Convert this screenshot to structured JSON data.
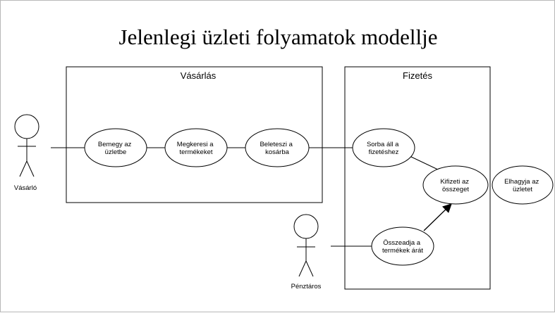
{
  "title": "Jelenlegi üzleti folyamatok modellje",
  "boundaries": {
    "vasarlas": "Vásárlás",
    "fizetes": "Fizetés"
  },
  "actors": {
    "vasarlo": "Vásárló",
    "penztaros": "Pénztáros"
  },
  "use_cases": {
    "bemegy": [
      "Bemegy az",
      "üzletbe"
    ],
    "megkeresi": [
      "Megkeresi a",
      "termékeket"
    ],
    "beleteszi": [
      "Beleteszi a",
      "kosárba"
    ],
    "sorba": [
      "Sorba áll a",
      "fizetéshez"
    ],
    "kifizeti": [
      "Kifizeti az",
      "összeget"
    ],
    "osszeadja": [
      "Összeadja a",
      "termékek árát"
    ],
    "elhagyja": [
      "Elhagyja az",
      "üzletet"
    ]
  },
  "colors": {
    "line": "#000000",
    "background": "#ffffff",
    "frame": "#b8b8b8"
  }
}
